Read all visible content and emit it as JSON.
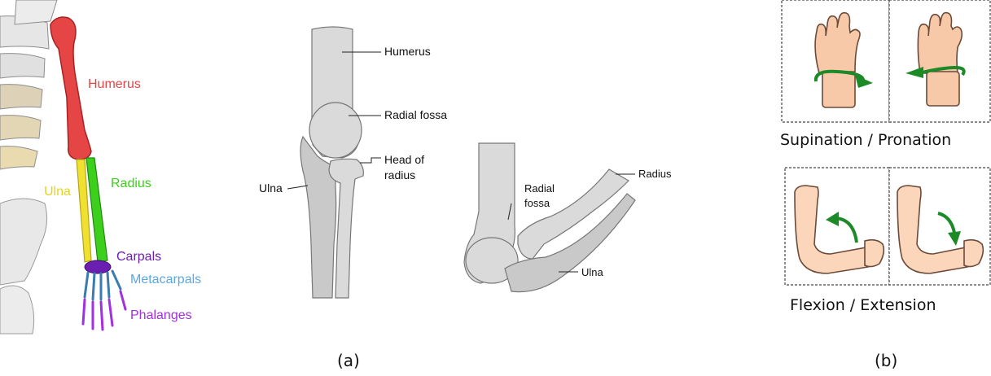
{
  "left_panel": {
    "labels": {
      "humerus": "Humerus",
      "ulna": "Ulna",
      "radius": "Radius",
      "carpals": "Carpals",
      "metacarpals": "Metacarpals",
      "phalanges": "Phalanges"
    },
    "colors": {
      "humerus": "#e64545",
      "ulna": "#f0e030",
      "radius": "#3ccf1c",
      "carpals": "#6a1fb0",
      "metacarpals": "#5aa8e0",
      "phalanges": "#a030e0"
    }
  },
  "middle_panel": {
    "front": {
      "humerus": "Humerus",
      "radial_fossa": "Radial fossa",
      "head_of_radius_1": "Head of",
      "head_of_radius_2": "radius",
      "ulna": "Ulna"
    },
    "side": {
      "radius": "Radius",
      "radial_fossa_1": "Radial",
      "radial_fossa_2": "fossa",
      "ulna": "Ulna"
    },
    "caption": "(a)"
  },
  "right_panel": {
    "rotation_caption": "Supination / Pronation",
    "flexion_caption": "Flexion / Extension",
    "caption": "(b)",
    "arrow_color": "#1d8a28"
  }
}
